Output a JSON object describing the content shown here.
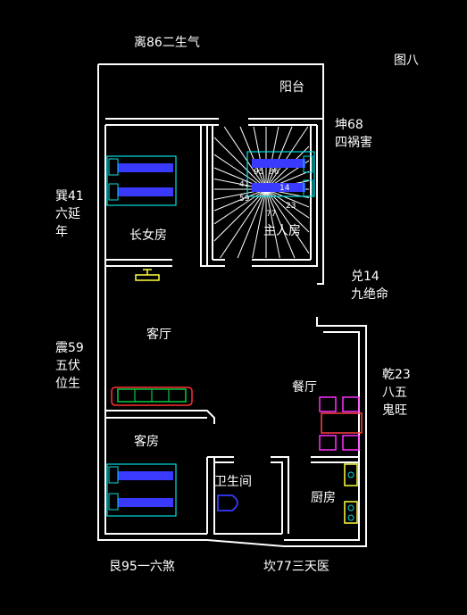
{
  "figure_label": "图八",
  "directions": {
    "top": "离86二生气",
    "top_right": "坤68\n四祸害",
    "left_upper": "巽41\n六延\n年",
    "left_middle": "震59\n五伏\n位生",
    "right_upper": "兑14\n九绝命",
    "right_lower": "乾23\n八五\n鬼旺",
    "bottom_left": "艮95一六煞",
    "bottom_right": "坎77三天医"
  },
  "rooms": {
    "balcony": "阳台",
    "eldest_daughter_room": "长女房",
    "master_bedroom": "主人房",
    "living_room": "客厅",
    "dining_room": "餐厅",
    "guest_room": "客房",
    "bathroom": "卫生间",
    "kitchen": "厨房"
  },
  "center_numbers": [
    "95",
    "86",
    "41",
    "14",
    "59",
    "77",
    "23"
  ],
  "colors": {
    "wall": "#ffffff",
    "bed": "#3a3aff",
    "bed_frame": "#00e0e0",
    "sofa": "#00cc44",
    "sofa_frame": "#ff3030",
    "chair": "#ff30ff",
    "table": "#ff4040",
    "lamp": "#ffff40",
    "appliance": "#ffff40",
    "toilet": "#3a3aff"
  }
}
